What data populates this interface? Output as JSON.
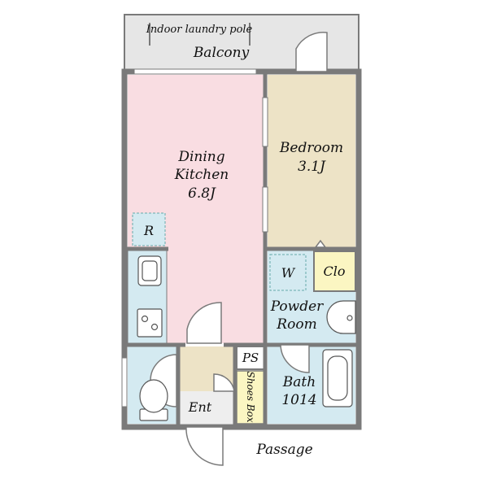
{
  "colors": {
    "wall": "#7a7a7a",
    "balcony": "#e6e6e6",
    "dining_kitchen": "#f9dde2",
    "bedroom": "#ede3c6",
    "wet_area": "#d4eaf1",
    "closet": "#fbf6c2",
    "entrance": "#ede3c6",
    "floor_plain": "#ffffff"
  },
  "balcony": {
    "laundry_pole_label": "Indoor laundry pole",
    "label": "Balcony"
  },
  "rooms": {
    "dining_kitchen": {
      "line1": "Dining",
      "line2": "Kitchen",
      "line3": "6.8J"
    },
    "bedroom": {
      "line1": "Bedroom",
      "line2": "3.1J"
    },
    "refrigerator": "R",
    "washer": "W",
    "closet": "Clo",
    "powder_room": {
      "line1": "Powder",
      "line2": "Room"
    },
    "pipe_space": "PS",
    "shoes_box": "Shoes Box",
    "bath": {
      "line1": "Bath",
      "line2": "1014"
    },
    "entrance": "Ent",
    "passage": "Passage"
  },
  "icons": [
    "sink-icon",
    "stove-icon",
    "toilet-icon",
    "bathtub-icon",
    "washbasin-icon"
  ]
}
